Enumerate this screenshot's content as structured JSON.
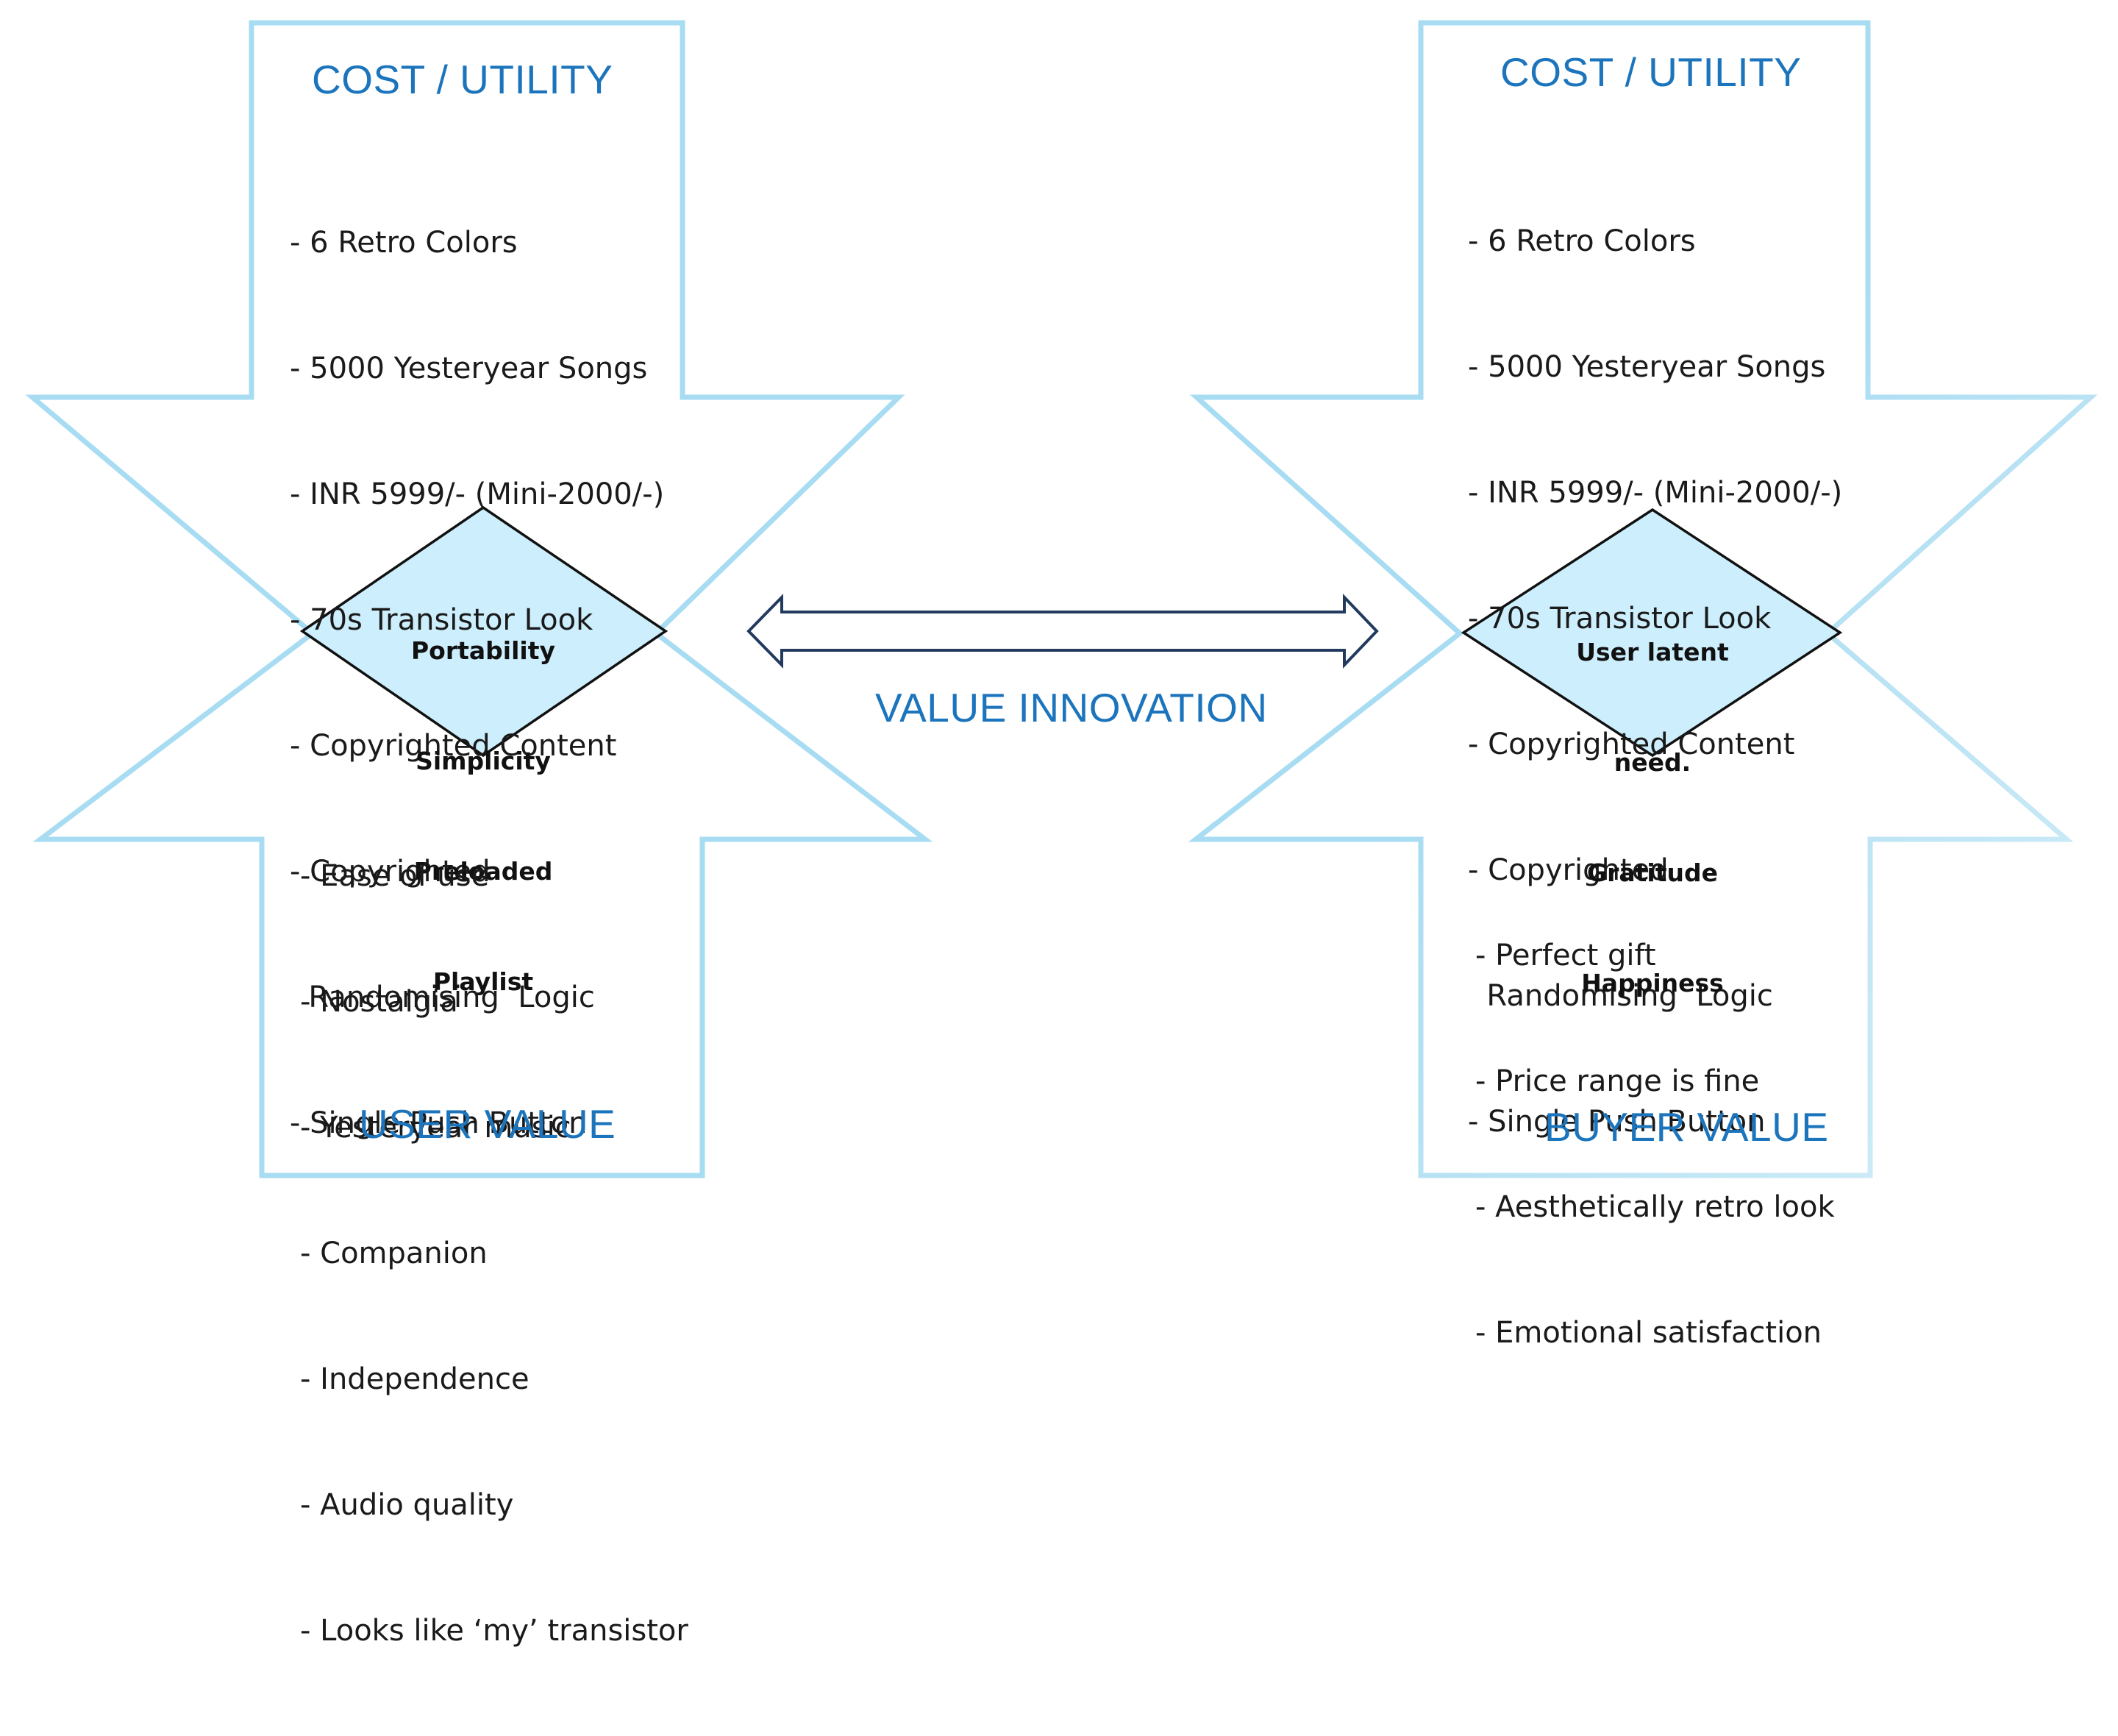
{
  "colors": {
    "outline_light_blue": "#a7dcf2",
    "outline_faded_blue": "#cde9f5",
    "diamond_fill": "#cdeefc",
    "heading_blue": "#1c75bc",
    "arrow_stroke": "#223a5e"
  },
  "left_shape": {
    "top_heading": "COST / UTILITY",
    "top_items": [
      "- 6 Retro Colors",
      "- 5000 Yesteryear Songs",
      "- INR 5999/- (Mini-2000/-)",
      "- 70s Transistor Look",
      "- Copyrighted Content",
      "- Copyrighted",
      "  Randomising  Logic",
      "- Single Push Button"
    ],
    "diamond_lines": [
      "Portability",
      "Simplicity",
      "Preloaded",
      "Playlist"
    ],
    "bottom_items": [
      "- Ease of use",
      "- Nostalgia",
      "- Yesteryear music",
      "- Companion",
      "- Independence",
      "- Audio quality",
      "- Looks like ‘my’ transistor"
    ],
    "bottom_heading": "USER VALUE"
  },
  "center": {
    "label": "VALUE INNOVATION"
  },
  "right_shape": {
    "top_heading": "COST / UTILITY",
    "top_items": [
      "- 6 Retro Colors",
      "- 5000 Yesteryear Songs",
      "- INR 5999/- (Mini-2000/-)",
      "- 70s Transistor Look",
      "- Copyrighted Content",
      "- Copyrighted",
      "  Randomising  Logic",
      "- Single Push Button"
    ],
    "diamond_lines": [
      "User latent",
      "need.",
      "Gratitude",
      "Happiness"
    ],
    "bottom_items": [
      "- Perfect gift",
      "- Price range is fine",
      "- Aesthetically retro look",
      "- Emotional satisfaction"
    ],
    "bottom_heading": "BUYER VALUE"
  }
}
